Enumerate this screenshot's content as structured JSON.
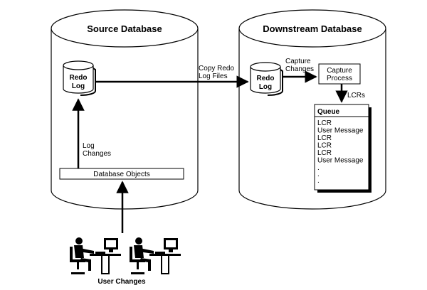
{
  "source_db": {
    "title": "Source Database",
    "redo_log": [
      "Redo",
      "Log"
    ],
    "log_changes": [
      "Log",
      "Changes"
    ],
    "database_objects": "Database Objects"
  },
  "downstream_db": {
    "title": "Downstream Database",
    "redo_log": [
      "Redo",
      "Log"
    ],
    "capture_changes": [
      "Capture",
      "Changes"
    ],
    "capture_process": [
      "Capture",
      "Process"
    ],
    "lcrs": "LCRs",
    "queue": {
      "title": "Queue",
      "items": [
        "LCR",
        "User Message",
        "LCR",
        "LCR",
        "LCR",
        "User Message",
        ".",
        ".",
        "."
      ]
    }
  },
  "copy_redo": [
    "Copy Redo",
    "Log Files"
  ],
  "user_changes": "User Changes"
}
